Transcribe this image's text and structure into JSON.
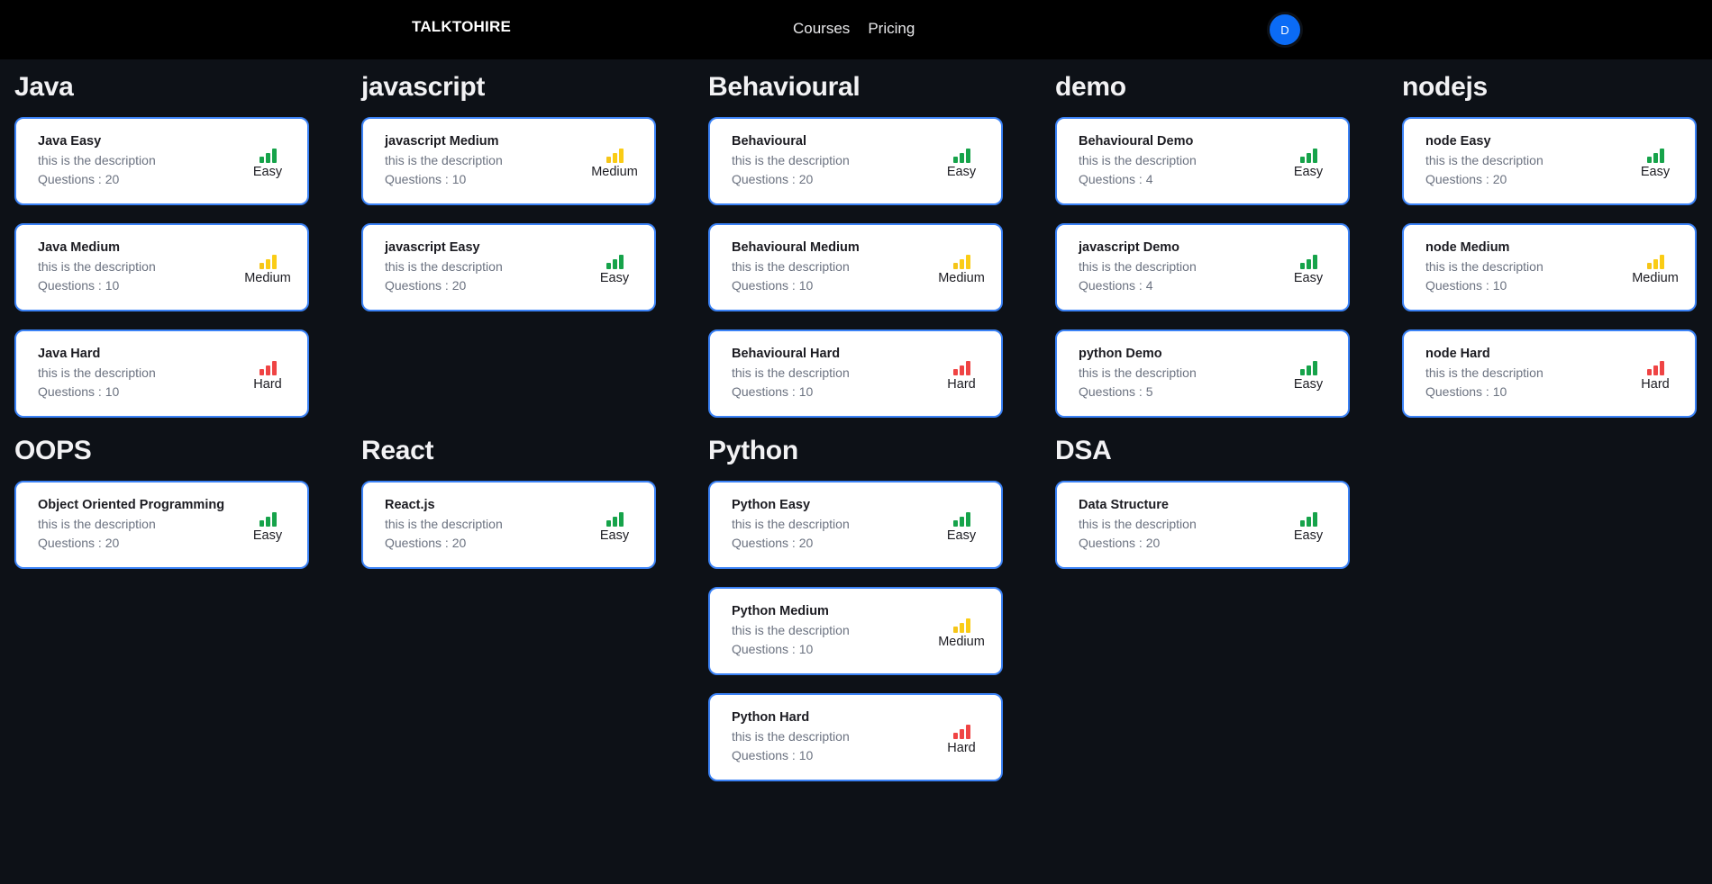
{
  "header": {
    "brand": "TALKTOHIRE",
    "nav": [
      {
        "label": "Courses"
      },
      {
        "label": "Pricing"
      }
    ],
    "avatar_initial": "D"
  },
  "colors": {
    "page_background": "#0d1117",
    "navbar_background": "#000000",
    "card_background": "#ffffff",
    "card_border": "#3b82f6",
    "avatar_background": "#0b6bf5",
    "easy": "#16a34a",
    "medium": "#facc15",
    "hard": "#ef4444",
    "title_text": "#f2f2f4",
    "muted_text": "#6b7280"
  },
  "sections": [
    {
      "title": "Java",
      "cards": [
        {
          "title": "Java Easy",
          "description": "this is the description",
          "questions": "Questions : 20",
          "difficulty": "Easy",
          "difficulty_key": "easy"
        },
        {
          "title": "Java Medium",
          "description": "this is the description",
          "questions": "Questions : 10",
          "difficulty": "Medium",
          "difficulty_key": "medium"
        },
        {
          "title": "Java Hard",
          "description": "this is the description",
          "questions": "Questions : 10",
          "difficulty": "Hard",
          "difficulty_key": "hard"
        }
      ]
    },
    {
      "title": "javascript",
      "cards": [
        {
          "title": "javascript Medium",
          "description": "this is the description",
          "questions": "Questions : 10",
          "difficulty": "Medium",
          "difficulty_key": "medium"
        },
        {
          "title": "javascript Easy",
          "description": "this is the description",
          "questions": "Questions : 20",
          "difficulty": "Easy",
          "difficulty_key": "easy"
        }
      ]
    },
    {
      "title": "Behavioural",
      "cards": [
        {
          "title": "Behavioural",
          "description": "this is the description",
          "questions": "Questions : 20",
          "difficulty": "Easy",
          "difficulty_key": "easy"
        },
        {
          "title": "Behavioural Medium",
          "description": "this is the description",
          "questions": "Questions : 10",
          "difficulty": "Medium",
          "difficulty_key": "medium"
        },
        {
          "title": "Behavioural Hard",
          "description": "this is the description",
          "questions": "Questions : 10",
          "difficulty": "Hard",
          "difficulty_key": "hard"
        }
      ]
    },
    {
      "title": "demo",
      "cards": [
        {
          "title": "Behavioural Demo",
          "description": "this is the description",
          "questions": "Questions : 4",
          "difficulty": "Easy",
          "difficulty_key": "easy"
        },
        {
          "title": "javascript Demo",
          "description": "this is the description",
          "questions": "Questions : 4",
          "difficulty": "Easy",
          "difficulty_key": "easy"
        },
        {
          "title": "python Demo",
          "description": "this is the description",
          "questions": "Questions : 5",
          "difficulty": "Easy",
          "difficulty_key": "easy"
        }
      ]
    },
    {
      "title": "nodejs",
      "cards": [
        {
          "title": "node Easy",
          "description": "this is the description",
          "questions": "Questions : 20",
          "difficulty": "Easy",
          "difficulty_key": "easy"
        },
        {
          "title": "node Medium",
          "description": "this is the description",
          "questions": "Questions : 10",
          "difficulty": "Medium",
          "difficulty_key": "medium"
        },
        {
          "title": "node Hard",
          "description": "this is the description",
          "questions": "Questions : 10",
          "difficulty": "Hard",
          "difficulty_key": "hard"
        }
      ]
    },
    {
      "title": "OOPS",
      "cards": [
        {
          "title": "Object Oriented Programming",
          "description": "this is the description",
          "questions": "Questions : 20",
          "difficulty": "Easy",
          "difficulty_key": "easy"
        }
      ]
    },
    {
      "title": "React",
      "cards": [
        {
          "title": "React.js",
          "description": "this is the description",
          "questions": "Questions : 20",
          "difficulty": "Easy",
          "difficulty_key": "easy"
        }
      ]
    },
    {
      "title": "Python",
      "cards": [
        {
          "title": "Python Easy",
          "description": "this is the description",
          "questions": "Questions : 20",
          "difficulty": "Easy",
          "difficulty_key": "easy"
        },
        {
          "title": "Python Medium",
          "description": "this is the description",
          "questions": "Questions : 10",
          "difficulty": "Medium",
          "difficulty_key": "medium"
        },
        {
          "title": "Python Hard",
          "description": "this is the description",
          "questions": "Questions : 10",
          "difficulty": "Hard",
          "difficulty_key": "hard"
        }
      ]
    },
    {
      "title": "DSA",
      "cards": [
        {
          "title": "Data Structure",
          "description": "this is the description",
          "questions": "Questions : 20",
          "difficulty": "Easy",
          "difficulty_key": "easy"
        }
      ]
    }
  ]
}
